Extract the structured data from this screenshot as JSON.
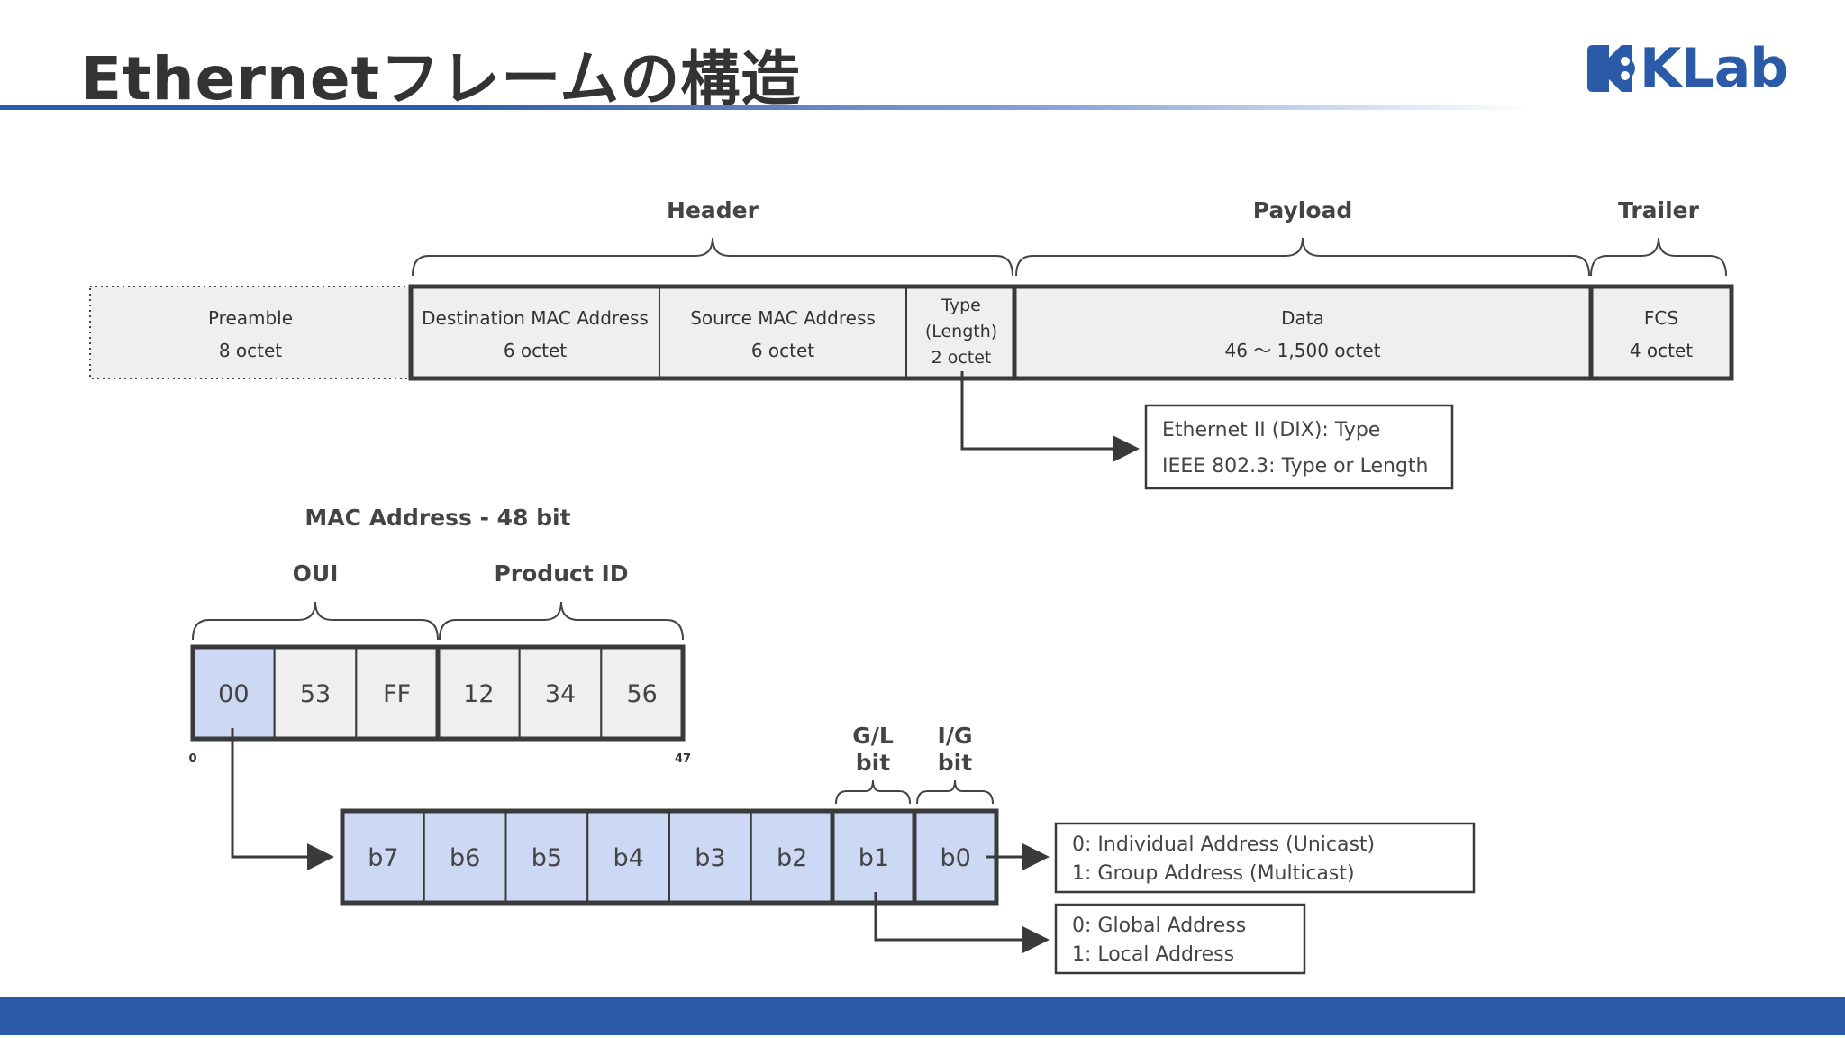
{
  "title": "Ethernetフレームの構造",
  "logo": {
    "text": "KLab"
  },
  "frame": {
    "groups": {
      "header": "Header",
      "payload": "Payload",
      "trailer": "Trailer"
    },
    "preamble": {
      "name": "Preamble",
      "size": "8 octet"
    },
    "dst_mac": {
      "name": "Destination MAC Address",
      "size": "6 octet"
    },
    "src_mac": {
      "name": "Source MAC Address",
      "size": "6 octet"
    },
    "type": {
      "line1": "Type",
      "line2": "(Length)",
      "size": "2 octet"
    },
    "data": {
      "name": "Data",
      "size": "46 〜 1,500 octet"
    },
    "fcs": {
      "name": "FCS",
      "size": "4 octet"
    },
    "type_note": {
      "line1": "Ethernet II (DIX): Type",
      "line2": "IEEE 802.3: Type or Length"
    }
  },
  "mac": {
    "title": "MAC Address - 48 bit",
    "oui_label": "OUI",
    "product_label": "Product ID",
    "octets": [
      "00",
      "53",
      "FF",
      "12",
      "34",
      "56"
    ],
    "start_bit": "0",
    "end_bit": "47"
  },
  "bits": {
    "cells": [
      "b7",
      "b6",
      "b5",
      "b4",
      "b3",
      "b2",
      "b1",
      "b0"
    ],
    "gl": {
      "line1": "G/L",
      "line2": "bit"
    },
    "ig": {
      "line1": "I/G",
      "line2": "bit"
    },
    "ig_note": {
      "line1": "0: Individual Address (Unicast)",
      "line2": "1: Group Address (Multicast)"
    },
    "gl_note": {
      "line1": "0: Global Address",
      "line2": "1: Local Address"
    }
  },
  "colors": {
    "brand": "#2a5aa8",
    "cell_gray": "#efefef",
    "cell_blue": "#cdd8f5",
    "stroke": "#3a3a3a"
  }
}
